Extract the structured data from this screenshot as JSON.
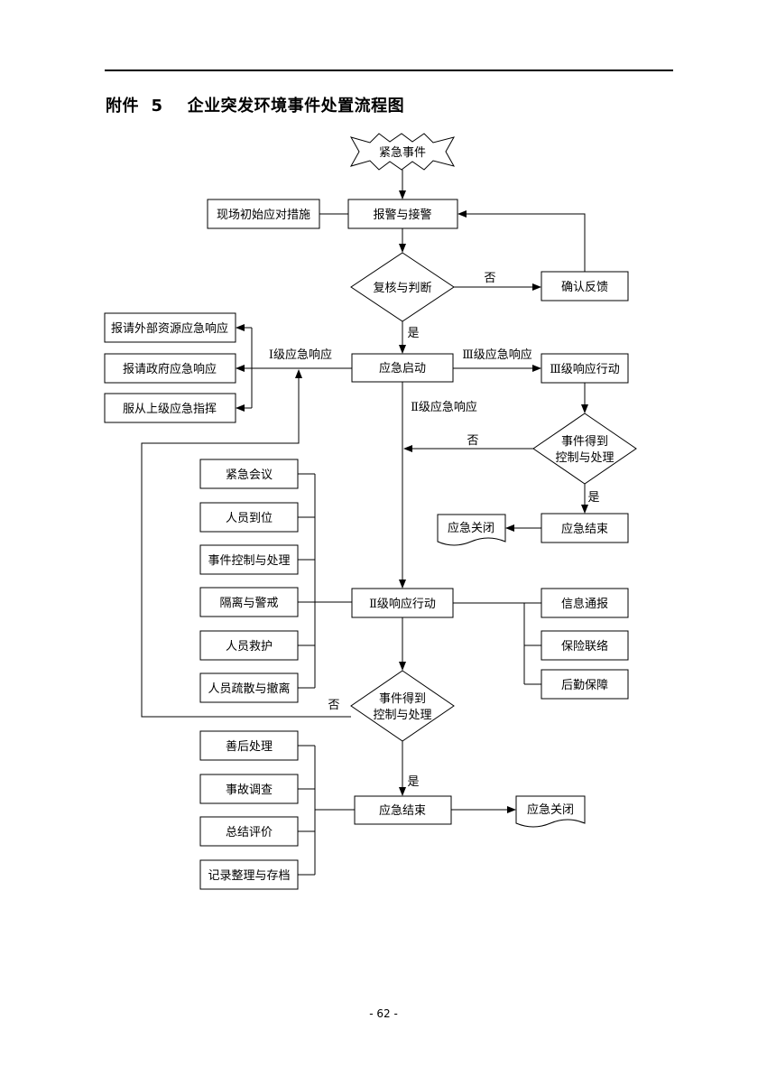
{
  "header": {
    "title": "附件  5    企业突发环境事件处置流程图",
    "page_number": "- 62 -"
  },
  "flow": {
    "start": "紧急事件",
    "report": "报警与接警",
    "initial_measures": "现场初始应对措施",
    "review": "复核与判断",
    "confirm": "确认反馈",
    "no_1": "否",
    "yes_1": "是",
    "start_response": "应急启动",
    "level1_label": "Ⅰ级应急响应",
    "level1_actions": [
      "报请外部资源应急响应",
      "报请政府应急响应",
      "服从上级应急指挥"
    ],
    "level3_label": "Ⅲ级应急响应",
    "level3_action": "Ⅲ级响应行动",
    "level2_label": "Ⅱ级应急响应",
    "controlled_line1": "事件得到",
    "controlled_line2": "控制与处理",
    "no_2": "否",
    "yes_2": "是",
    "end_3": "应急结束",
    "close_3": "应急关闭",
    "left_tasks": [
      "紧急会议",
      "人员到位",
      "事件控制与处理",
      "隔离与警戒",
      "人员救护",
      "人员疏散与撤离"
    ],
    "level2_action": "Ⅱ级响应行动",
    "right_tasks": [
      "信息通报",
      "保险联络",
      "后勤保障"
    ],
    "controlled2_line1": "事件得到",
    "controlled2_line2": "控制与处理",
    "no_3": "否",
    "yes_3": "是",
    "post_tasks": [
      "善后处理",
      "事故调查",
      "总结评价",
      "记录整理与存档"
    ],
    "end_final": "应急结束",
    "close_final": "应急关闭"
  }
}
